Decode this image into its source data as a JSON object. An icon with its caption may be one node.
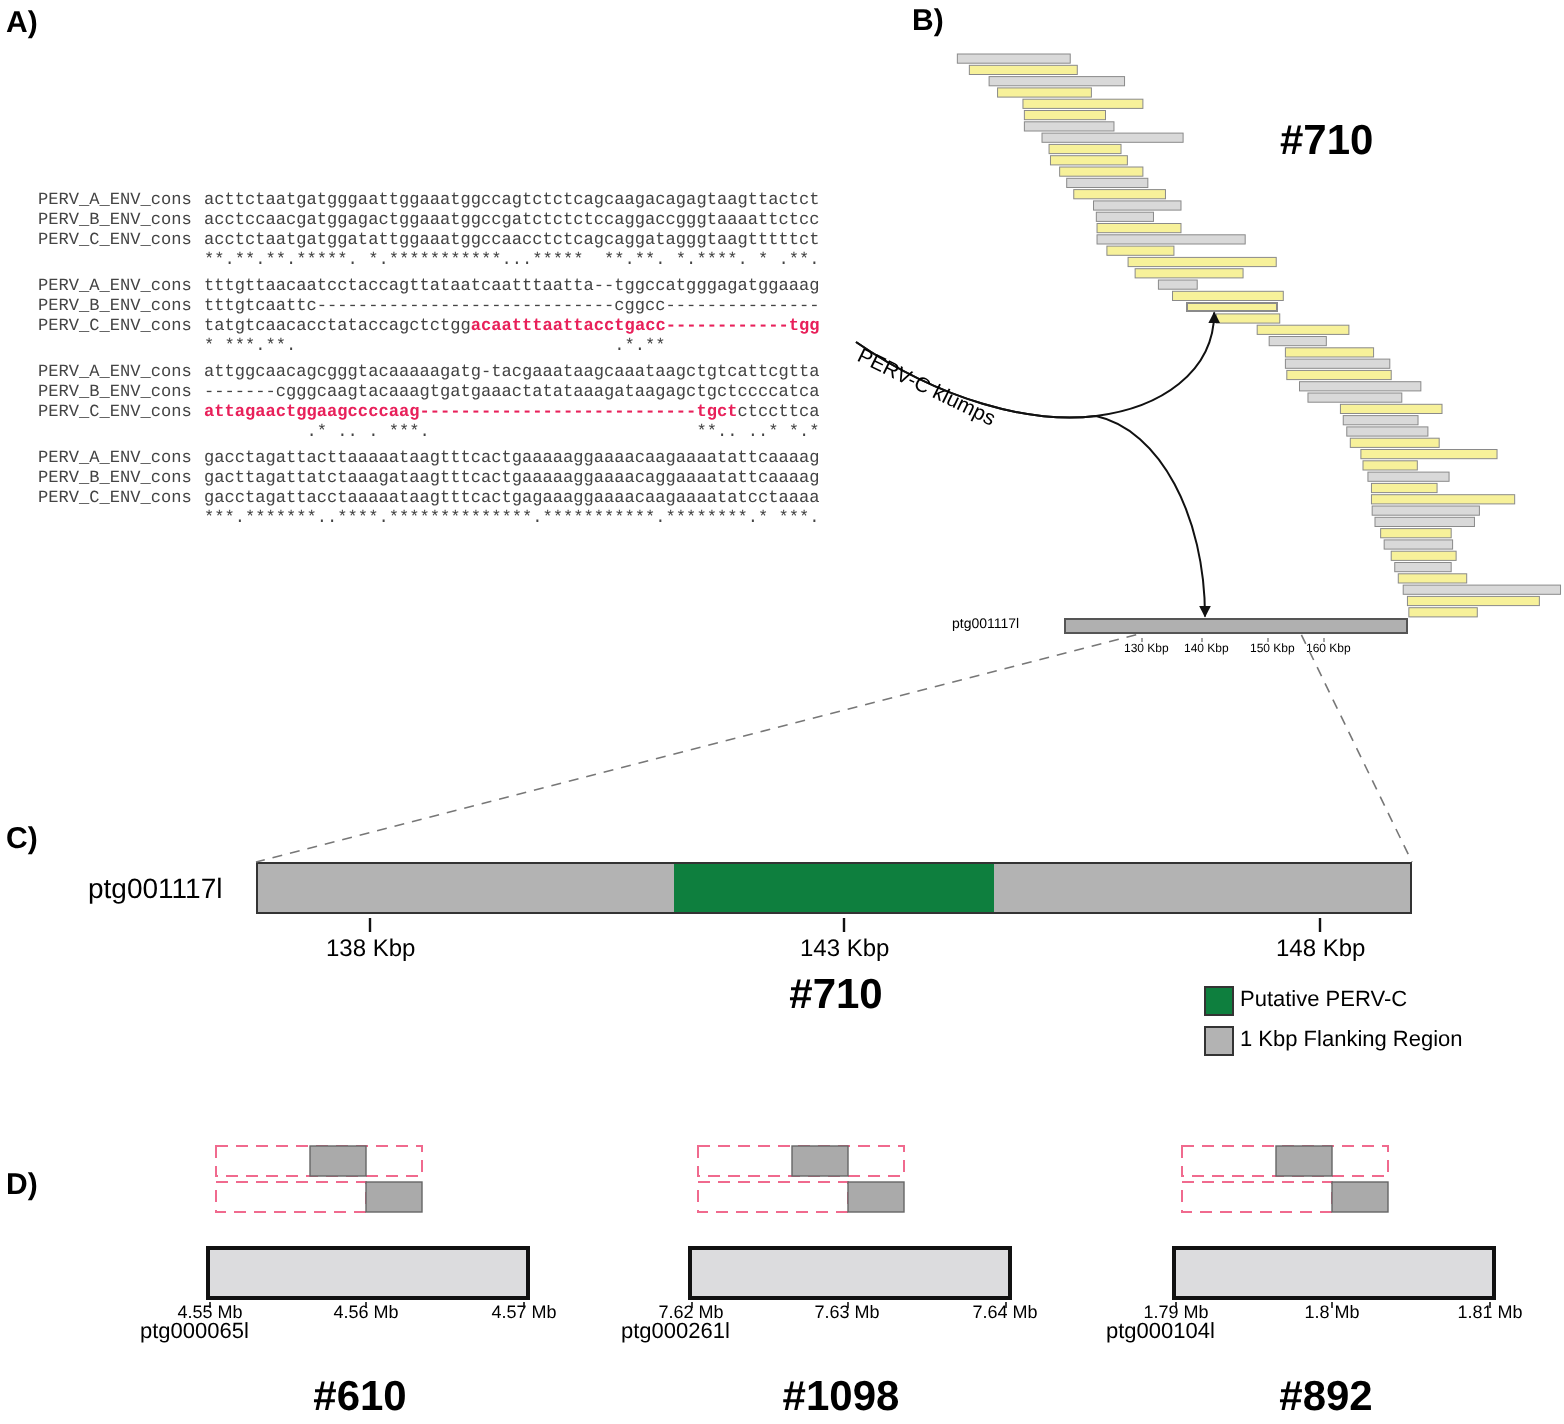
{
  "diagram": {
    "nodes": [
      {
        "text": [],
        "shape": "bar"
      },
      {
        "text": [
          "ptg001117l"
        ]
      },
      {
        "text": [
          "ptg001117l"
        ]
      },
      {
        "text": [
          "ptg000065l"
        ]
      },
      {
        "text": [
          "ptg000261l"
        ]
      },
      {
        "text": [
          "ptg000104l"
        ]
      },
      {
        "text": [],
        "shape": "bar",
        "in": 2
      }
    ],
    "edges": [
      {
        "from": null,
        "to": 0,
        "arrow": "to",
        "label": "PERV-C klumps"
      },
      {
        "from": null,
        "to": 1,
        "arrow": "to"
      },
      {
        "from": 1,
        "to": 2,
        "arrow": "none",
        "style": "dashed",
        "color": "#777777"
      },
      {
        "from": 1,
        "to": 2,
        "arrow": "none",
        "style": "dashed",
        "color": "#777777"
      }
    ],
    "labels": [
      "A)",
      "B)",
      "#710",
      "PERV_A_ENV_cons",
      "acttctaatgatgggaattggaaatggccagtctctcagcaagacagagtaagttactct",
      "PERV_B_ENV_cons",
      "acctccaacgatggagactggaaatggccgatctctctccaggaccgggtaaaattctcc",
      "PERV_C_ENV_cons",
      "acctctaatgatggatattggaaatggccaacctctcagcaggatagggtaagtttttct",
      "**.**.**.*****. *.***********...*****  **.**. *.****. * .**.",
      "PERV_A_ENV_cons",
      "tttgttaacaatcctaccagttataatcaatttaatta--tggccatgggagatggaaag",
      "PERV_B_ENV_cons",
      "tttgtcaattc-----------------------------cggcc---------------",
      "PERV_C_ENV_cons",
      "tatgtcaacacctataccagctctgg",
      "acaatttaattacctgacc------------tgg",
      "* ***.**.                               .*.**",
      "PERV_A_ENV_cons",
      "attggcaacagcgggtacaaaaagatg-tacgaaataagcaaataagctgtcattcgtta",
      "PERV_B_ENV_cons",
      "-------cgggcaagtacaaagtgatgaaactatataaagataagagctgctccccatca",
      "PERV_C_ENV_cons",
      "attagaactggaagccccaag---------------------------tgct",
      "ctccttca",
      "          .* .. . ***.                          **.. ..* *.*",
      "PERV_A_ENV_cons",
      "gacctagattacttaaaaataagtttcactgaaaaaggaaaacaagaaaatattcaaaag",
      "PERV_B_ENV_cons",
      "gacttagattatctaaagataagtttcactgaaaaaggaaaacaggaaaatattcaaaag",
      "PERV_C_ENV_cons",
      "gacctagattacctaaaaataagtttcactgagaaaggaaaacaagaaaatatcctaaaa",
      "***.*******..****.**************.***********.********.* ***.",
      "130 Kbp",
      "140 Kbp",
      "150 Kbp",
      "160 Kbp",
      "C)",
      "138 Kbp",
      "143 Kbp",
      "148 Kbp",
      "#710",
      "D)",
      "4.55 Mb",
      "4.56 Mb",
      "4.57 Mb",
      "7.62 Mb",
      "7.63 Mb",
      "7.64 Mb",
      "1.79 Mb",
      "1.8 Mb",
      "1.81 Mb",
      "#610",
      "#1098",
      "#892"
    ],
    "legend": [
      {
        "text": "Putative PERV-C",
        "color": "#0e7f3e"
      },
      {
        "text": "1 Kbp Flanking Region",
        "color": "#b3b3b3"
      }
    ]
  }
}
